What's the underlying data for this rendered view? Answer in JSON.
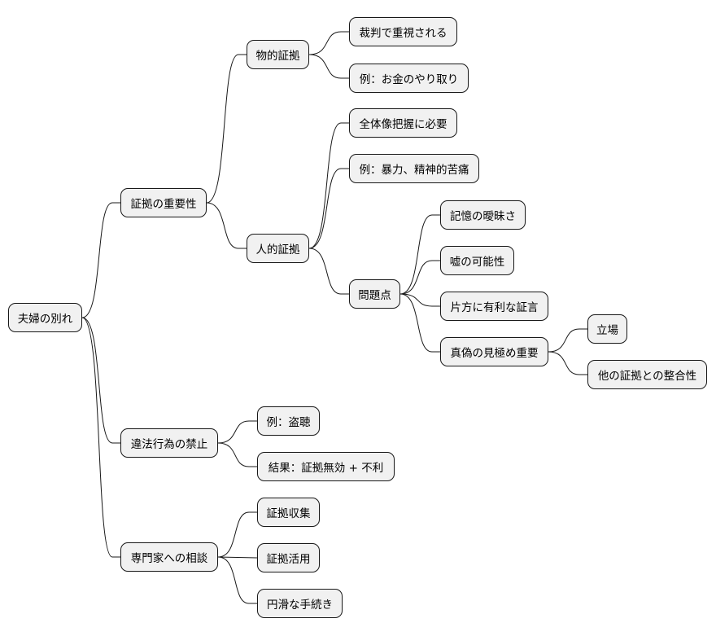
{
  "mindmap": {
    "root": "夫婦の別れ",
    "evidence": {
      "label": "証拠の重要性",
      "physical": {
        "label": "物的証拠",
        "court": "裁判で重視される",
        "example": "例：お金のやり取り"
      },
      "human": {
        "label": "人的証拠",
        "necessity": "全体像把握に必要",
        "example": "例：暴力、精神的苦痛",
        "issues": {
          "label": "問題点",
          "ambiguity": "記憶の曖昧さ",
          "lying": "嘘の可能性",
          "bias": "片方に有利な証言",
          "truth": {
            "label": "真偽の見極め重要",
            "position": "立場",
            "consistency": "他の証拠との整合性"
          }
        }
      }
    },
    "illegal": {
      "label": "違法行為の禁止",
      "example": "例：盗聴",
      "result": "結果：証拠無効 + 不利"
    },
    "expert": {
      "label": "専門家への相談",
      "collect": "証拠収集",
      "use": "証拠活用",
      "smooth": "円滑な手続き"
    }
  }
}
